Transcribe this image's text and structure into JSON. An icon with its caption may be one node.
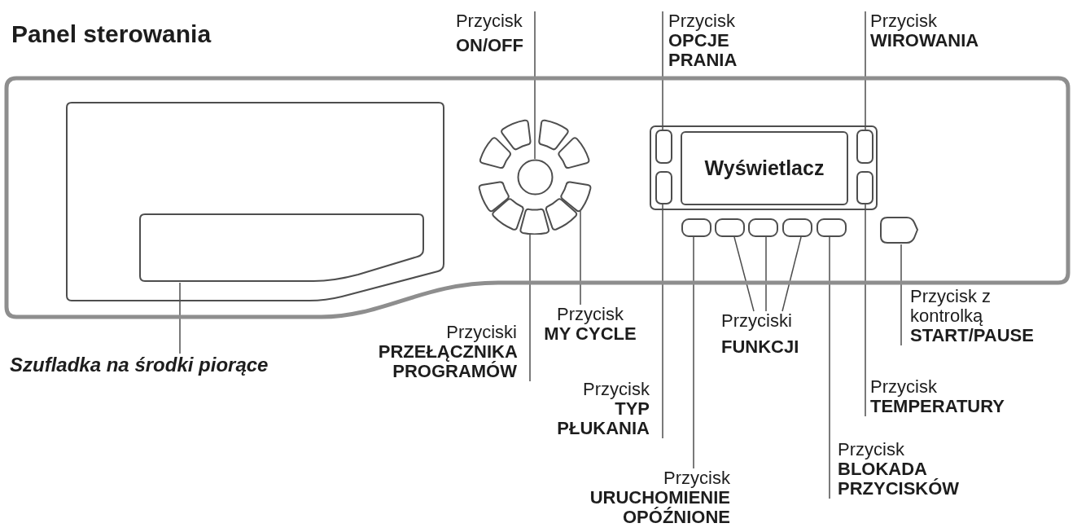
{
  "diagram": {
    "nodes": [
      {
        "text": [
          "Panel sterowania"
        ]
      },
      {
        "text": [
          "Przycisk",
          "ON/OFF"
        ]
      },
      {
        "text": [
          "Przycisk",
          "OPCJE PRANIA"
        ]
      },
      {
        "text": [
          "Przycisk",
          "WIROWANIA"
        ]
      },
      {
        "text": [],
        "shape": "box",
        "in": 0
      },
      {
        "text": [],
        "shape": "box",
        "in": 4
      },
      {
        "text": [],
        "shape": "segment",
        "in": 0
      },
      {
        "text": [],
        "shape": "segment",
        "in": 0
      },
      {
        "text": [],
        "shape": "segment",
        "in": 0
      },
      {
        "text": [],
        "shape": "circle",
        "in": 0
      },
      {
        "text": [],
        "shape": "segment",
        "in": 0
      },
      {
        "text": [],
        "shape": "segment",
        "in": 0
      },
      {
        "text": [],
        "shape": "segment",
        "in": 0
      },
      {
        "text": [],
        "shape": "segment",
        "in": 0
      },
      {
        "text": [],
        "shape": "segment",
        "in": 0
      },
      {
        "text": [],
        "shape": "segment",
        "in": 0
      },
      {
        "text": [],
        "shape": "box",
        "in": 0
      },
      {
        "text": [],
        "shape": "box",
        "in": 16
      },
      {
        "text": [
          "Wyświetlacz"
        ],
        "in": 16
      },
      {
        "text": [],
        "shape": "box",
        "in": 16
      },
      {
        "text": [],
        "shape": "box",
        "in": 16
      },
      {
        "text": [],
        "shape": "box",
        "in": 16
      },
      {
        "text": [],
        "shape": "box",
        "in": 0
      },
      {
        "text": [],
        "shape": "box",
        "in": 0
      },
      {
        "text": [],
        "shape": "box",
        "in": 0
      },
      {
        "text": [],
        "shape": "box",
        "in": 0
      },
      {
        "text": [],
        "shape": "box",
        "in": 0
      },
      {
        "text": [],
        "shape": "box",
        "in": 0
      },
      {
        "text": [
          "Przycisk z kontrolką",
          "START/PAUSE"
        ]
      },
      {
        "text": [
          "Przycisk",
          "MY CYCLE"
        ]
      },
      {
        "text": [
          "Przyciski",
          "FUNKCJI"
        ]
      },
      {
        "text": [
          "Przyciski",
          "PRZEŁĄCZNIKA PROGRAMÓW"
        ]
      },
      {
        "text": [
          "Szufladka na środki piorące"
        ]
      },
      {
        "text": [
          "Przycisk",
          "TEMPERATURY"
        ]
      },
      {
        "text": [
          "Przycisk",
          "TYP PŁUKANIA"
        ]
      },
      {
        "text": [
          "Przycisk",
          "BLOKADA PRZYCISKÓW"
        ]
      },
      {
        "text": [
          "Przycisk",
          "URUCHOMIENIE OPÓŹNIONE"
        ]
      }
    ],
    "edges": [
      {
        "from": 1,
        "to": 9,
        "arrow": "none"
      },
      {
        "from": 2,
        "to": 17,
        "arrow": "none"
      },
      {
        "from": 3,
        "to": 19,
        "arrow": "none"
      },
      {
        "from": 28,
        "to": 27,
        "arrow": "none"
      },
      {
        "from": 29,
        "to": 12,
        "arrow": "none"
      },
      {
        "from": 30,
        "to": 23,
        "arrow": "none"
      },
      {
        "from": 30,
        "to": 24,
        "arrow": "none"
      },
      {
        "from": 30,
        "to": 25,
        "arrow": "none"
      },
      {
        "from": 31,
        "to": 14,
        "arrow": "none"
      },
      {
        "from": 32,
        "to": 5,
        "arrow": "none"
      },
      {
        "from": 33,
        "to": 21,
        "arrow": "none"
      },
      {
        "from": 34,
        "to": 20,
        "arrow": "none"
      },
      {
        "from": 35,
        "to": 26,
        "arrow": "none"
      },
      {
        "from": 36,
        "to": 22,
        "arrow": "none"
      }
    ]
  }
}
